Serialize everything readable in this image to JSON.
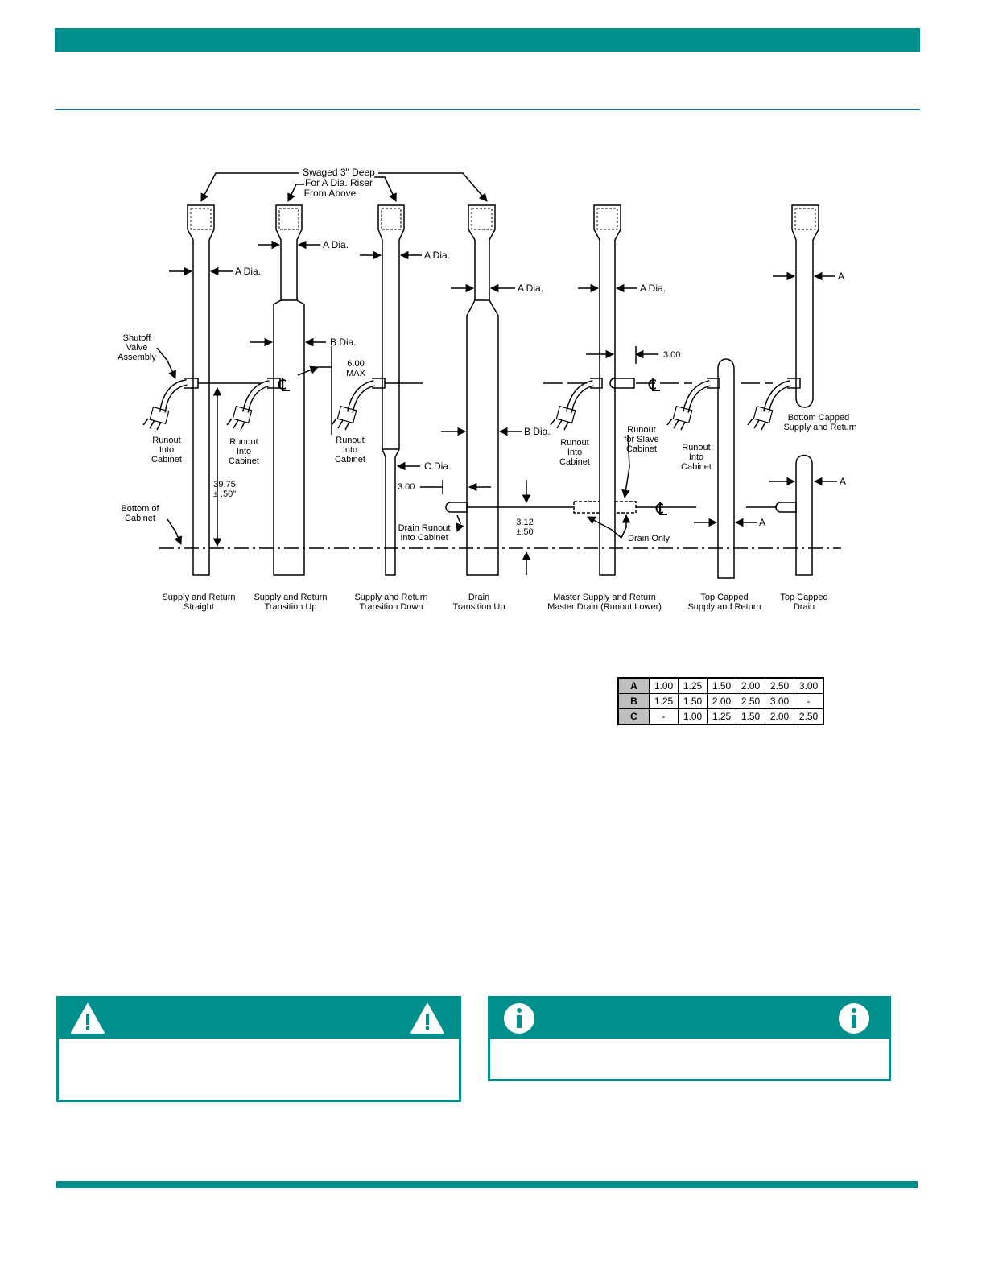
{
  "diagram": {
    "swage_note": [
      "Swaged 3\" Deep",
      "For A Dia. Riser",
      "From Above"
    ],
    "dim_labels": {
      "a_dia": "A Dia.",
      "b_dia": "B Dia.",
      "c_dia": "C Dia.",
      "a": "A",
      "dim_3_00": "3.00",
      "max_6_00": [
        "6.00",
        "MAX"
      ],
      "dim_39_75": [
        "39.75",
        "± .50\""
      ],
      "dim_3_12": [
        "3.12",
        "±.50"
      ]
    },
    "callouts": {
      "shutoff_valve": [
        "Shutoff",
        "Valve",
        "Assembly"
      ],
      "runout_into_cabinet": [
        "Runout",
        "Into",
        "Cabinet"
      ],
      "bottom_of_cabinet": [
        "Bottom of",
        "Cabinet"
      ],
      "drain_runout": [
        "Drain Runout",
        "Into Cabinet"
      ],
      "runout_slave": [
        "Runout",
        "for Slave",
        "Cabinet"
      ],
      "drain_only": "Drain Only",
      "bottom_capped": [
        "Bottom Capped",
        "Supply and Return"
      ],
      "centerline": "℄"
    },
    "captions": [
      [
        "Supply and Return",
        "Straight"
      ],
      [
        "Supply and Return",
        "Transition Up"
      ],
      [
        "Supply and Return",
        "Transition Down"
      ],
      [
        "Drain",
        "Transition Up"
      ],
      [
        "Master Supply and Return",
        "Master Drain (Runout Lower)"
      ],
      [
        "Top Capped",
        "Supply and Return"
      ],
      [
        "Top Capped",
        "Drain"
      ]
    ]
  },
  "dims_table": {
    "rows": [
      {
        "label": "A",
        "values": [
          "1.00",
          "1.25",
          "1.50",
          "2.00",
          "2.50",
          "3.00"
        ]
      },
      {
        "label": "B",
        "values": [
          "1.25",
          "1.50",
          "2.00",
          "2.50",
          "3.00",
          "-"
        ]
      },
      {
        "label": "C",
        "values": [
          "-",
          "1.00",
          "1.25",
          "1.50",
          "2.00",
          "2.50"
        ]
      }
    ]
  },
  "notices": {
    "warning_icon": "warning-triangle-icon",
    "info_icon": "info-circle-icon",
    "accent_color": "#008f8c"
  }
}
